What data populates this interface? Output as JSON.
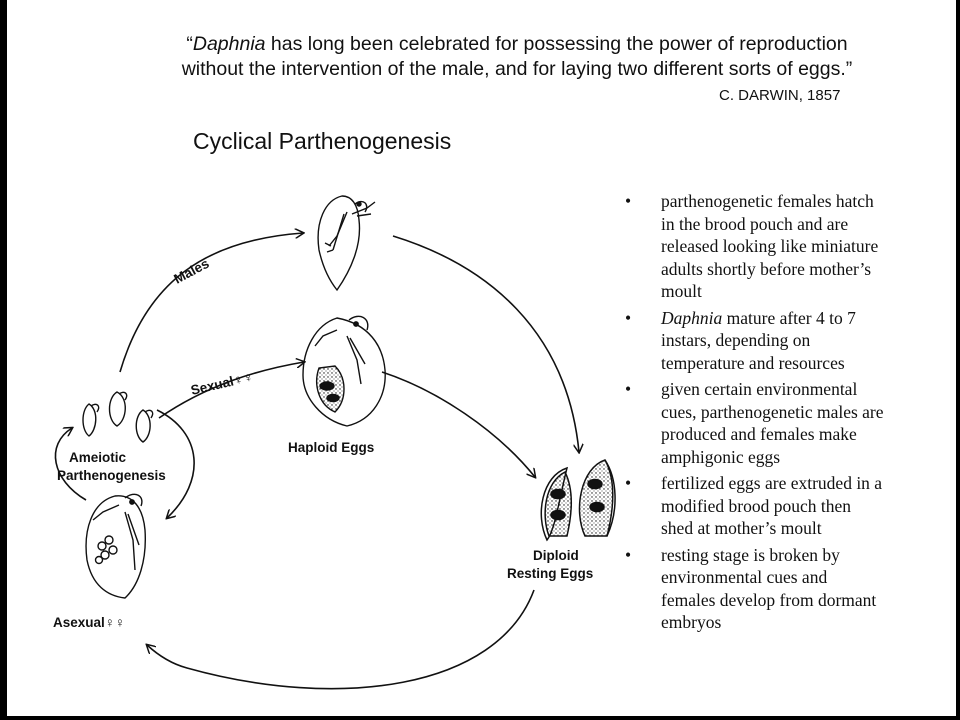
{
  "quote": {
    "line1_open": "“",
    "line1_italic": "Daphnia",
    "line1_rest": " has long been celebrated for possessing the power of reproduction",
    "line2": "without the intervention of the male, and for laying two different sorts of eggs.”",
    "attribution": "C. DARWIN, 1857"
  },
  "heading": "Cyclical Parthenogenesis",
  "diagram": {
    "labels": {
      "males": "Males",
      "sexual": "Sexual♀♀",
      "haploid_eggs": "Haploid Eggs",
      "ameiotic_1": "Ameiotic",
      "ameiotic_2": "Parthenogenesis",
      "asexual": "Asexual♀♀",
      "diploid_1": "Diploid",
      "diploid_2": "Resting Eggs"
    }
  },
  "bullets": [
    {
      "marker": "•",
      "lines": [
        "parthenogenetic females hatch",
        "in the brood pouch and are",
        "released looking like miniature",
        "adults shortly before mother’s",
        "moult"
      ]
    },
    {
      "marker": "•",
      "italic": "Daphnia",
      "first_rest": " mature after 4 to 7",
      "lines": [
        "instars, depending on",
        "temperature and resources"
      ]
    },
    {
      "marker": "•",
      "lines": [
        "given certain environmental",
        "cues, parthenogenetic males are",
        "produced and females make",
        "amphigonic eggs"
      ]
    },
    {
      "marker": "•",
      "lines": [
        "fertilized eggs are extruded in a",
        "modified brood pouch then",
        "shed at mother’s moult"
      ]
    },
    {
      "marker": "•",
      "lines": [
        "resting stage is broken by",
        "environmental cues and",
        "females develop from dormant",
        "embryos"
      ]
    }
  ]
}
